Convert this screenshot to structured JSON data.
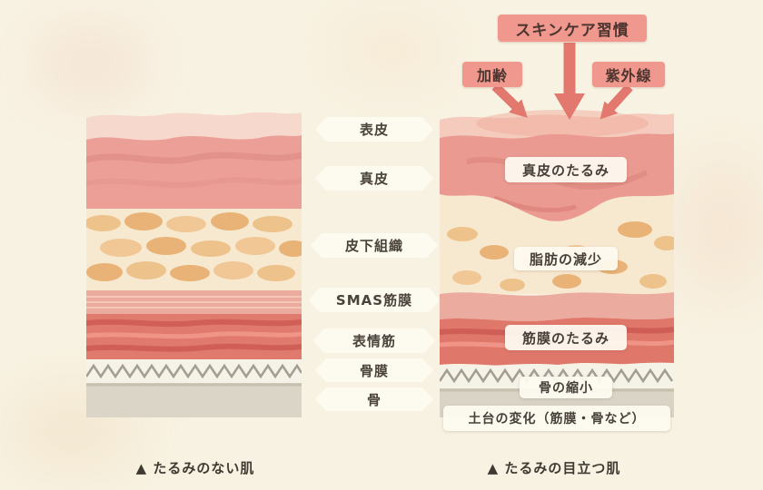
{
  "header": {
    "skincare": "スキンケア習慣",
    "aging": "加齢",
    "uv": "紫外線"
  },
  "layers": [
    {
      "label": "表皮"
    },
    {
      "label": "真皮"
    },
    {
      "label": "皮下組織"
    },
    {
      "label": "SMAS筋膜"
    },
    {
      "label": "表情筋"
    },
    {
      "label": "骨膜"
    },
    {
      "label": "骨"
    }
  ],
  "annotations": [
    {
      "label": "真皮のたるみ"
    },
    {
      "label": "脂肪の減少"
    },
    {
      "label": "筋膜のたるみ"
    },
    {
      "label": "骨の縮小"
    },
    {
      "label": "土台の変化（筋膜・骨など）"
    }
  ],
  "captions": {
    "left": "▲ たるみのない肌",
    "right": "▲ たるみの目立つ肌"
  },
  "colors": {
    "background": "#f8f2e2",
    "accent_pink_box": "#f0988e",
    "arrow": "#e2786e",
    "epidermis": "#f6d8cd",
    "dermis": "#ec9f97",
    "fat_base": "#f7e9d0",
    "fat_blob": "#e9b377",
    "smas": "#ecab9f",
    "muscle": "#e17a6e",
    "periosteum": "#f5f2e8",
    "bone": "#dad5c6",
    "label_bg": "#fdfaef",
    "text_dark": "#453f38"
  }
}
